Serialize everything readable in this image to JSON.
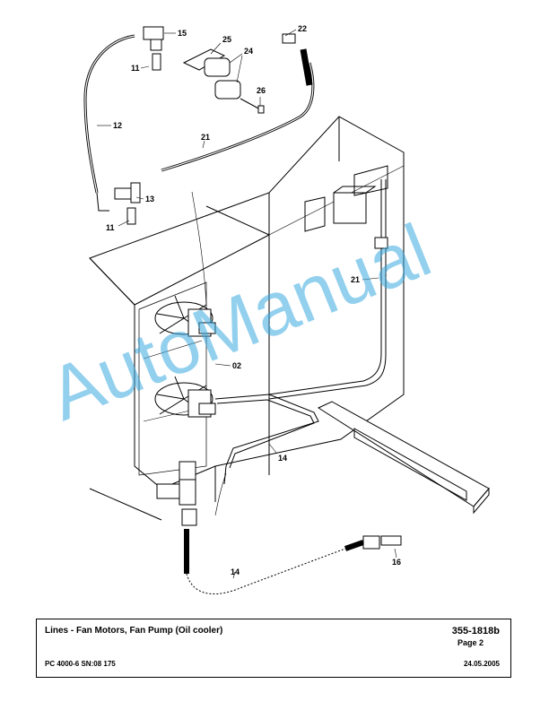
{
  "drawing": {
    "callouts": [
      {
        "id": "c15",
        "text": "15"
      },
      {
        "id": "c22",
        "text": "22"
      },
      {
        "id": "c25",
        "text": "25"
      },
      {
        "id": "c24",
        "text": "24"
      },
      {
        "id": "c11a",
        "text": "11"
      },
      {
        "id": "c26",
        "text": "26"
      },
      {
        "id": "c12",
        "text": "12"
      },
      {
        "id": "c21a",
        "text": "21"
      },
      {
        "id": "c13",
        "text": "13"
      },
      {
        "id": "c11b",
        "text": "11"
      },
      {
        "id": "c21b",
        "text": "21"
      },
      {
        "id": "c02",
        "text": "02"
      },
      {
        "id": "c14a",
        "text": "14"
      },
      {
        "id": "c16",
        "text": "16"
      },
      {
        "id": "c14b",
        "text": "14"
      }
    ],
    "watermark": "AutoManual"
  },
  "title_block": {
    "title": "Lines - Fan Motors, Fan Pump (Oil cooler)",
    "document_number": "355-1818b",
    "page": "Page 2",
    "machine": "PC 4000-6 SN:08 175",
    "date": "24.05.2005"
  }
}
